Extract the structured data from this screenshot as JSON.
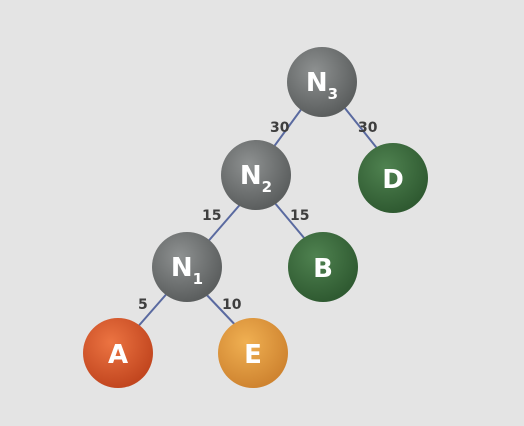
{
  "nodes": {
    "n3": {
      "label": "N",
      "sub": "3",
      "color": "#6f7272"
    },
    "n2": {
      "label": "N",
      "sub": "2",
      "color": "#6f7272"
    },
    "n1": {
      "label": "N",
      "sub": "1",
      "color": "#6f7272"
    },
    "d": {
      "label": "D",
      "color": "#3c6b3c"
    },
    "b": {
      "label": "B",
      "color": "#3c6b3c"
    },
    "a": {
      "label": "A",
      "color": "#d9582e"
    },
    "e": {
      "label": "E",
      "color": "#e39a3c"
    }
  },
  "edges": {
    "n3_n2": {
      "weight": "30"
    },
    "n3_d": {
      "weight": "30"
    },
    "n2_n1": {
      "weight": "15"
    },
    "n2_b": {
      "weight": "15"
    },
    "n1_a": {
      "weight": "5"
    },
    "n1_e": {
      "weight": "10"
    }
  }
}
